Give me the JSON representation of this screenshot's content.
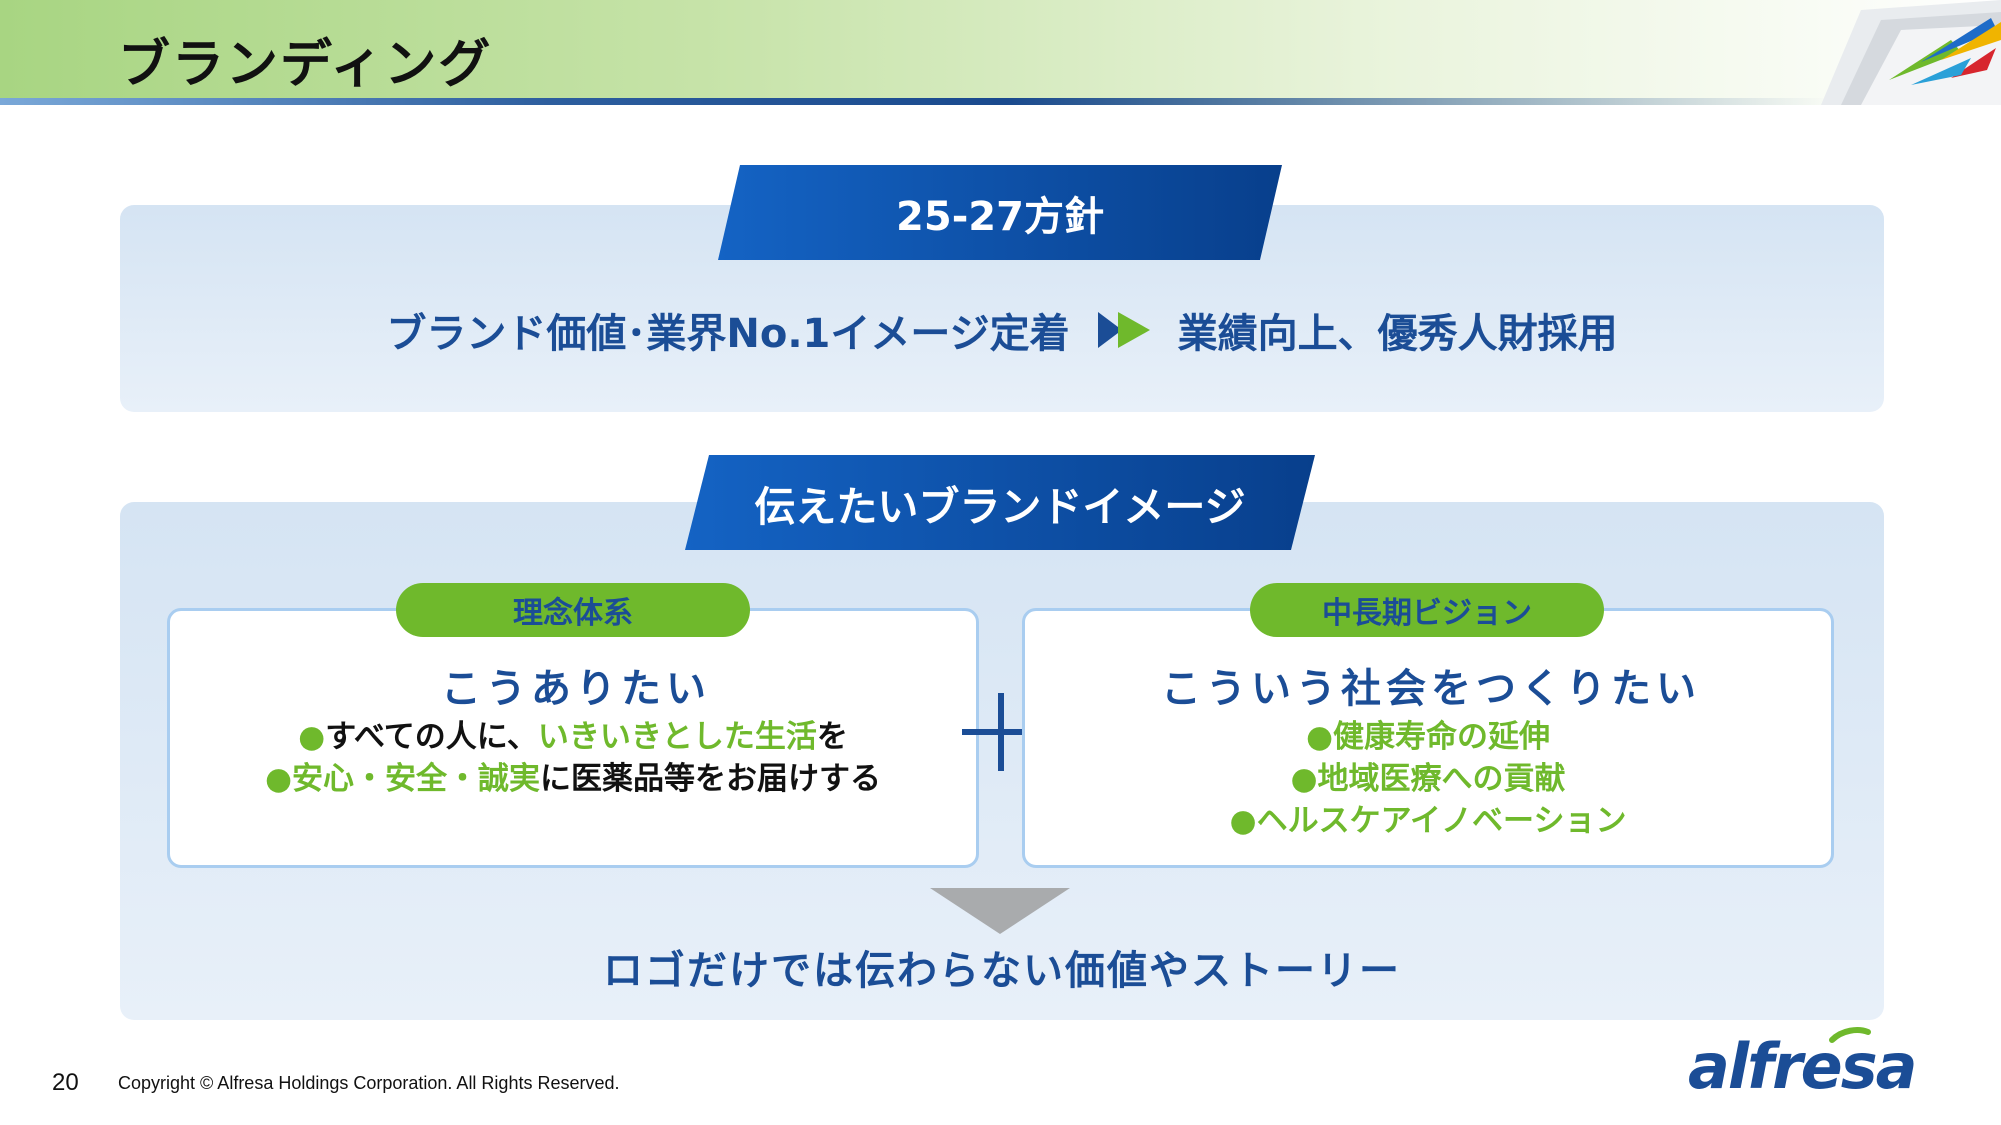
{
  "header": {
    "title": "ブランディング"
  },
  "policy": {
    "banner": "25-27方針",
    "left_text": "ブランド価値･業界No.1イメージ定着",
    "right_text": "業績向上、優秀人財採用"
  },
  "brand_image": {
    "banner": "伝えたいブランドイメージ",
    "left_card": {
      "tag": "理念体系",
      "heading": "こうありたい",
      "bullet_1": {
        "dot": "●",
        "normal_1": "すべての人に、",
        "green": "いきいきとした生活",
        "normal_2": "を"
      },
      "bullet_2": {
        "dot": "●",
        "green": "安心・安全・誠実",
        "normal": "に医薬品等をお届けする"
      }
    },
    "right_card": {
      "tag": "中長期ビジョン",
      "heading": "こういう社会をつくりたい",
      "bullets": [
        {
          "dot": "●",
          "text": "健康寿命の延伸"
        },
        {
          "dot": "●",
          "text": "地域医療への貢献"
        },
        {
          "dot": "●",
          "text": "ヘルスケアイノベーション"
        }
      ]
    },
    "conclusion": "ロゴだけでは伝わらない価値やストーリー"
  },
  "footer": {
    "page_number": "20",
    "copyright": "Copyright © Alfresa Holdings Corporation. All Rights Reserved.",
    "logo_text": "alfresa"
  },
  "colors": {
    "navy": "#1b4d96",
    "banner_blue": "#0a4ea8",
    "green": "#6fb92c",
    "panel_bg": "#dfe9f5",
    "card_border": "#a9cdf0"
  }
}
